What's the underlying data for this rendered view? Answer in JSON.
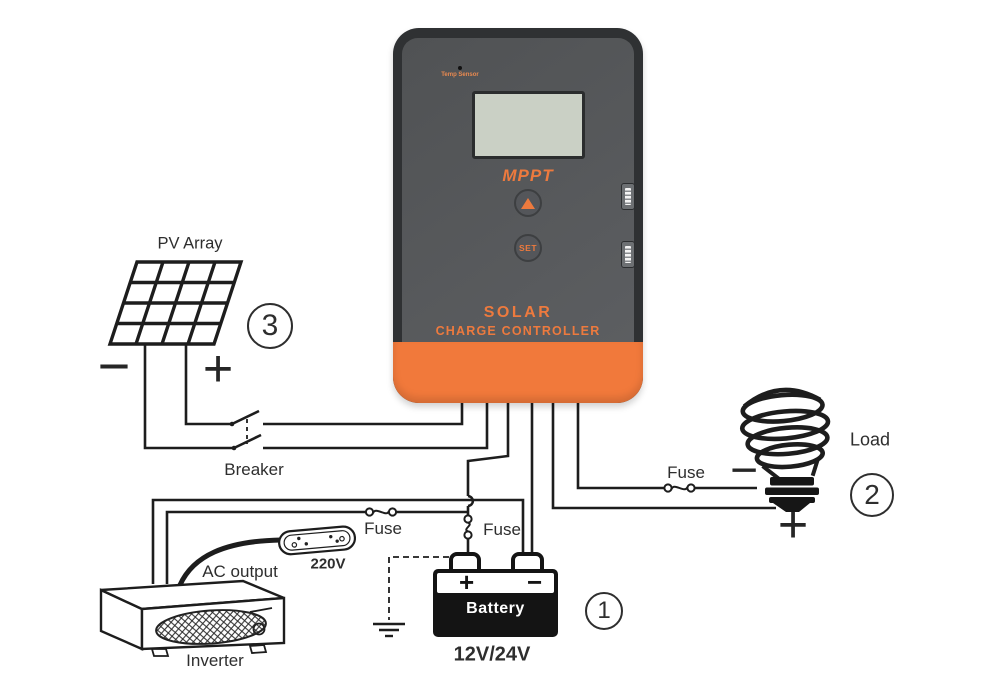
{
  "title": "Solar charge controller wiring diagram",
  "palette": {
    "accent_orange": "#f1793b",
    "controller_body": "#2f3133",
    "controller_panel": "#56585b",
    "screen_green": "#cad0c5",
    "wire_black": "#1d1d1d"
  },
  "controller": {
    "temp_sensor": "Temp Sensor",
    "mppt_label": "MPPT",
    "set_label": "SET",
    "brand_line1": "SOLAR",
    "brand_line2": "CHARGE CONTROLLER"
  },
  "components": {
    "pv_array": {
      "label": "PV Array",
      "number": "3",
      "minus": "−",
      "plus": "+"
    },
    "breaker": {
      "label": "Breaker"
    },
    "battery": {
      "label": "Battery",
      "voltage": "12V/24V",
      "number": "1",
      "plus": "+",
      "minus": "−",
      "fuse_label": "Fuse"
    },
    "load": {
      "label": "Load",
      "number": "2",
      "minus": "−",
      "plus": "+",
      "fuse_label": "Fuse"
    },
    "inverter": {
      "label": "Inverter",
      "ac_output": "AC output",
      "outlet_voltage": "220V",
      "fuse_label": "Fuse"
    }
  }
}
